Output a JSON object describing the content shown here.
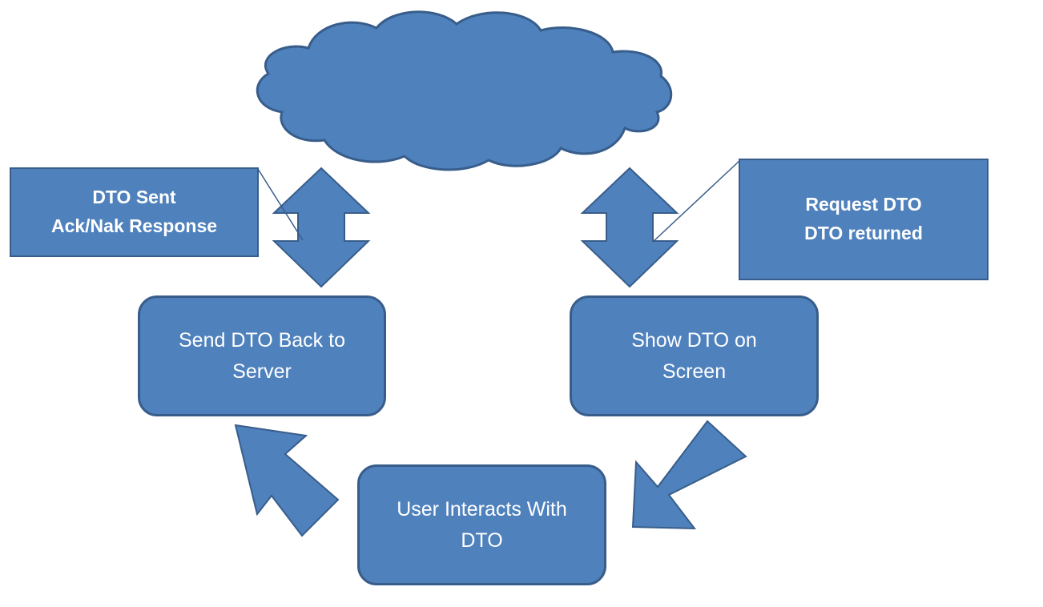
{
  "colors": {
    "shape_fill": "#4f81bd",
    "shape_stroke": "#385d8a",
    "text": "#ffffff",
    "background": "#ffffff"
  },
  "cloud": {
    "icon": "cloud-icon"
  },
  "nodes": {
    "send_dto_back": "Send DTO Back to\nServer",
    "show_dto": "Show DTO on\nScreen",
    "user_interacts": "User Interacts With\nDTO"
  },
  "callouts": {
    "left": "DTO Sent\nAck/Nak Response",
    "right": "Request DTO\nDTO returned"
  },
  "arrows": {
    "left_vertical": "up-down-arrow-icon",
    "right_vertical": "up-down-arrow-icon",
    "show_to_user": "arrow-down-left-icon",
    "user_to_send": "arrow-up-left-icon"
  }
}
